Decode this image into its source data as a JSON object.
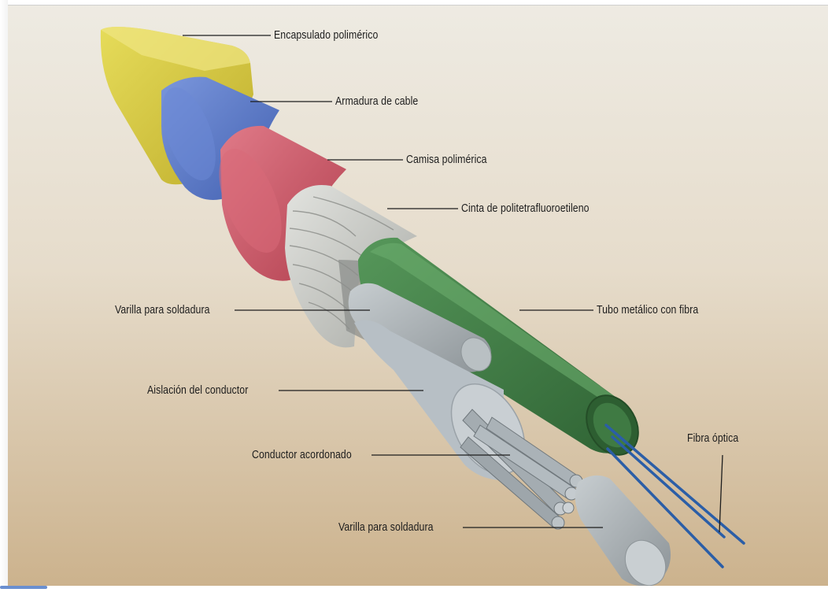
{
  "labels": {
    "encapsulado": "Encapsulado polimérico",
    "armadura": "Armadura de cable",
    "camisa": "Camisa polimérica",
    "cinta": "Cinta de politetrafluoroetileno",
    "varilla_top": "Varilla para soldadura",
    "tubo": "Tubo metálico con fibra",
    "aislacion": "Aislación del conductor",
    "fibra": "Fibra óptica",
    "conductor": "Conductor acordonado",
    "varilla_bottom": "Varilla para soldadura"
  },
  "colors": {
    "background_top": "#ebe7dc",
    "background_bottom": "#ccb38e",
    "encapsulado": "#d8c93e",
    "armadura": "#5d7ccc",
    "camisa": "#cc5a6b",
    "cinta": "#c9cbc6",
    "tubo": "#3e7a42",
    "fibra": "#2a5fa8"
  }
}
